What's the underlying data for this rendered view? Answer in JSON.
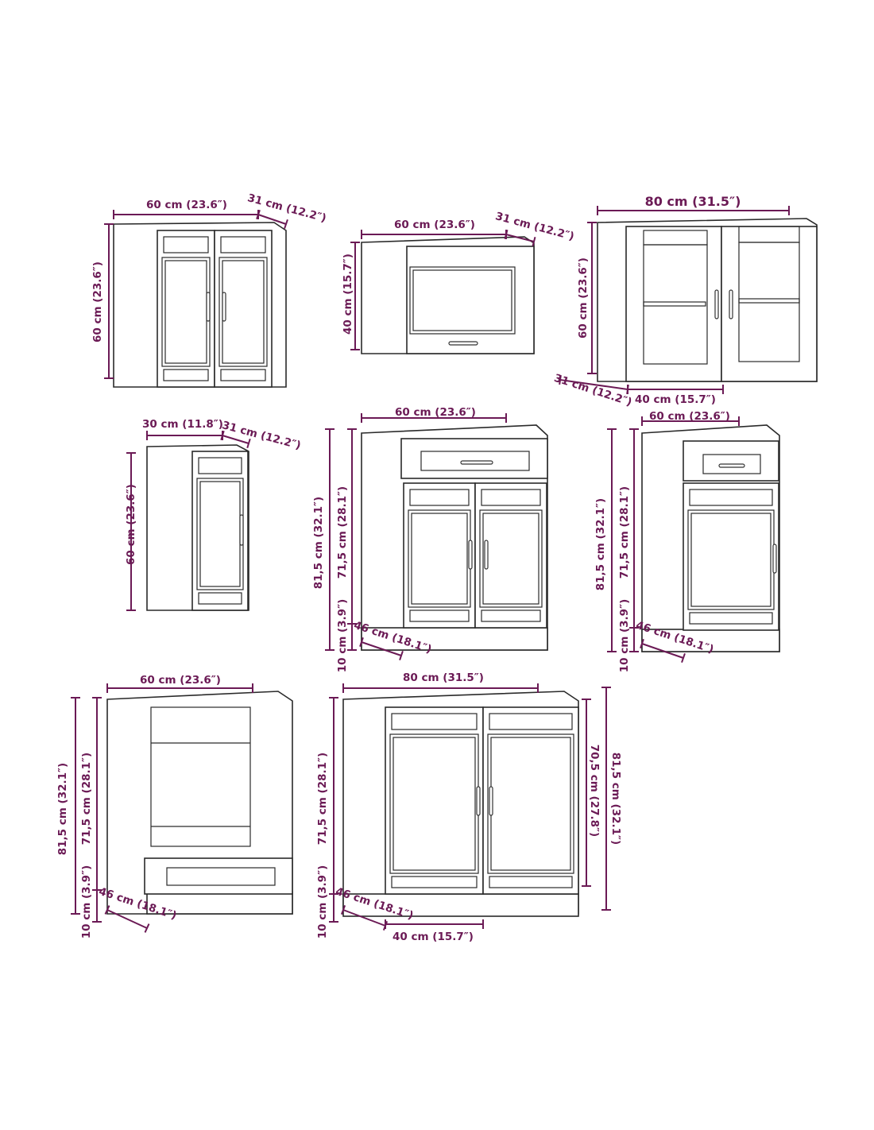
{
  "colors": {
    "dimension": "#6b1a55",
    "outline": "#2a2a2a",
    "background": "#ffffff"
  },
  "cabinets": {
    "wall_double": {
      "width": "60 cm (23.6″)",
      "depth": "31 cm (12.2″)",
      "height": "60 cm (23.6″)"
    },
    "wall_flap": {
      "width": "60 cm (23.6″)",
      "depth": "31 cm (12.2″)",
      "height": "40 cm (15.7″)"
    },
    "wall_glass": {
      "width": "80 cm (31.5″)",
      "height": "60 cm (23.6″)",
      "depth": "31 cm (12.2″)",
      "door_width": "40 cm (15.7″)"
    },
    "wall_single": {
      "width": "30 cm (11.8″)",
      "depth": "31 cm (12.2″)",
      "height": "60 cm (23.6″)"
    },
    "base_double_drawer": {
      "width": "60 cm (23.6″)",
      "total_height": "81,5 cm (32.1″)",
      "body_height": "71,5 cm (28.1″)",
      "plinth": "10 cm (3.9″)",
      "depth": "46 cm (18.1″)"
    },
    "base_single_drawer": {
      "width": "60 cm (23.6″)",
      "total_height": "81,5 cm (32.1″)",
      "body_height": "71,5 cm (28.1″)",
      "plinth": "10 cm (3.9″)",
      "depth": "46 cm (18.1″)"
    },
    "base_oven": {
      "width": "60 cm (23.6″)",
      "total_height": "81,5 cm (32.1″)",
      "body_height": "71,5 cm (28.1″)",
      "plinth": "10 cm (3.9″)",
      "depth": "46 cm (18.1″)"
    },
    "base_sink": {
      "width": "80 cm (31.5″)",
      "body_height": "71,5 cm (28.1″)",
      "plinth": "10 cm (3.9″)",
      "depth": "46 cm (18.1″)",
      "door_width": "40 cm (15.7″)",
      "inner_height": "70,5 cm (27.8″)",
      "total_height": "81,5 cm (32.1″)"
    }
  }
}
